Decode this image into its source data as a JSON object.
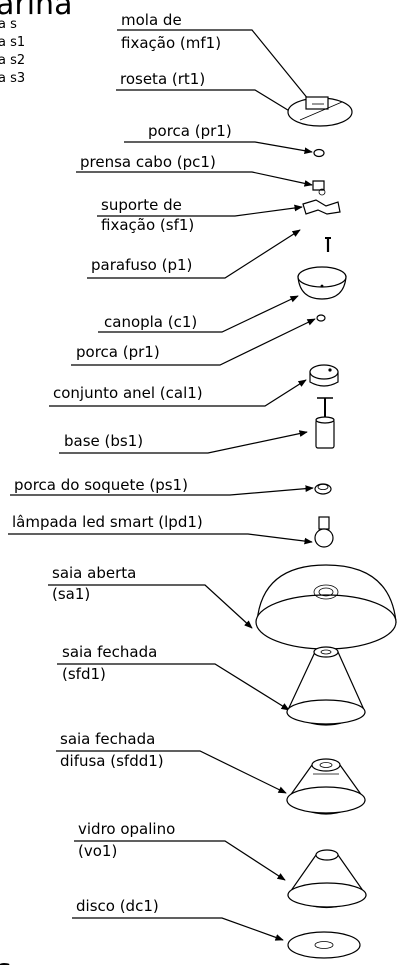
{
  "header": {
    "title_fragment": "arina",
    "variants": [
      "a s",
      "a s1",
      "a s2",
      "a s3"
    ]
  },
  "parts": [
    {
      "lines": [
        "mola de",
        "fixação (mf1)"
      ],
      "icon": "spring-clip"
    },
    {
      "lines": [
        "roseta (rt1)"
      ],
      "icon": "ceiling-rose"
    },
    {
      "lines": [
        "porca  (pr1)"
      ],
      "icon": "nut"
    },
    {
      "lines": [
        "prensa cabo (pc1)"
      ],
      "icon": "cable-clamp"
    },
    {
      "lines": [
        "suporte de",
        "fixação (sf1)"
      ],
      "icon": "mounting-bracket"
    },
    {
      "lines": [
        "parafuso (p1)"
      ],
      "icon": "screw"
    },
    {
      "lines": [
        "canopla (c1)"
      ],
      "icon": "canopy"
    },
    {
      "lines": [
        "porca  (pr1)"
      ],
      "icon": "nut"
    },
    {
      "lines": [
        "conjunto anel (cal1)"
      ],
      "icon": "ring-set"
    },
    {
      "lines": [
        "base (bs1)"
      ],
      "icon": "base"
    },
    {
      "lines": [
        "porca do soquete (ps1)"
      ],
      "icon": "socket-nut"
    },
    {
      "lines": [
        "lâmpada led smart (lpd1)"
      ],
      "icon": "led-bulb"
    },
    {
      "lines": [
        "saia aberta",
        "(sa1)"
      ],
      "icon": "open-shade"
    },
    {
      "lines": [
        "saia fechada",
        "(sfd1)"
      ],
      "icon": "closed-shade"
    },
    {
      "lines": [
        "saia fechada",
        "difusa (sfdd1)"
      ],
      "icon": "diffuse-shade"
    },
    {
      "lines": [
        "vidro opalino",
        "(vo1)"
      ],
      "icon": "opal-glass"
    },
    {
      "lines": [
        "disco (dc1)"
      ],
      "icon": "disc"
    }
  ],
  "footer": {
    "fragment": "s"
  }
}
